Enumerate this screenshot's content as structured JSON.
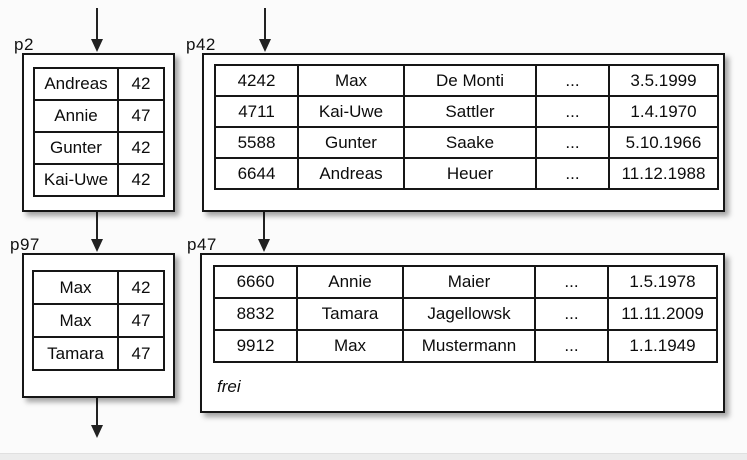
{
  "diagram": {
    "kind": "index-structure-pages",
    "free_space_label": "frei"
  },
  "colors": {
    "background": "#fbfbfb",
    "box_background": "#ffffff",
    "border": "#161616",
    "arrow": "#222222",
    "bottom_strip": "#ececec"
  },
  "pages": [
    {
      "label": "p2",
      "type": "index-page",
      "rows": [
        [
          "Andreas",
          "42"
        ],
        [
          "Annie",
          "47"
        ],
        [
          "Gunter",
          "42"
        ],
        [
          "Kai-Uwe",
          "42"
        ]
      ]
    },
    {
      "label": "p42",
      "type": "data-page",
      "rows": [
        [
          "4242",
          "Max",
          "De Monti",
          "...",
          "3.5.1999"
        ],
        [
          "4711",
          "Kai-Uwe",
          "Sattler",
          "...",
          "1.4.1970"
        ],
        [
          "5588",
          "Gunter",
          "Saake",
          "...",
          "5.10.1966"
        ],
        [
          "6644",
          "Andreas",
          "Heuer",
          "...",
          "11.12.1988"
        ]
      ]
    },
    {
      "label": "p97",
      "type": "index-page",
      "rows": [
        [
          "Max",
          "42"
        ],
        [
          "Max",
          "47"
        ],
        [
          "Tamara",
          "47"
        ]
      ]
    },
    {
      "label": "p47",
      "type": "data-page",
      "free_label": "frei",
      "rows": [
        [
          "6660",
          "Annie",
          "Maier",
          "...",
          "1.5.1978"
        ],
        [
          "8832",
          "Tamara",
          "Jagellowsk",
          "...",
          "11.11.2009"
        ],
        [
          "9912",
          "Max",
          "Mustermann",
          "...",
          "1.1.1949"
        ]
      ]
    }
  ]
}
